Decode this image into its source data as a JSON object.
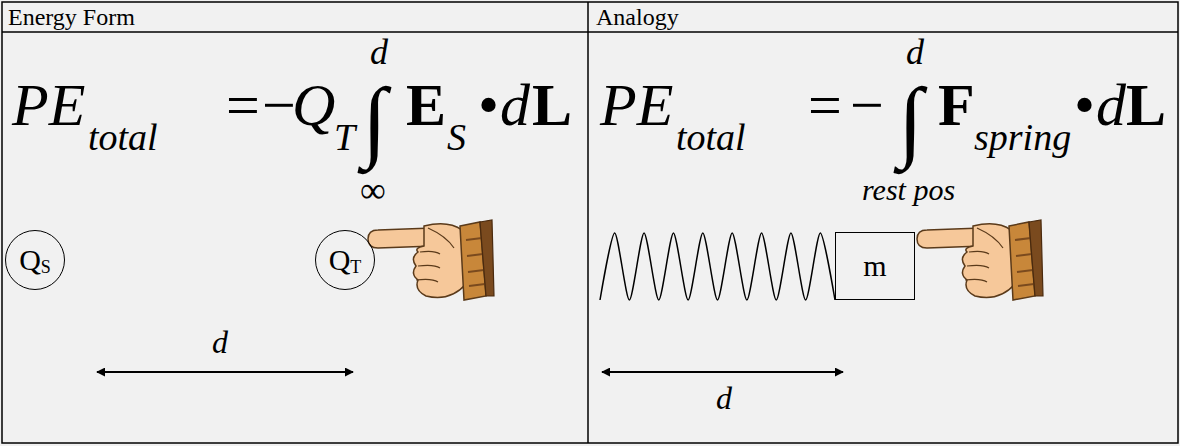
{
  "diagram": {
    "nodes": [
      {
        "text": [
          "Q",
          "S"
        ]
      },
      {
        "text": [
          "Q",
          "T"
        ]
      },
      {
        "text": [
          "m"
        ]
      }
    ],
    "labels": [
      "Energy Form",
      "Analogy",
      "PE",
      "total",
      "=",
      "−",
      "Q",
      "T",
      "∫",
      "d",
      "∞",
      "E",
      "S",
      "•",
      "d",
      "L",
      "PE",
      "total",
      "=",
      "−",
      "∫",
      "d",
      "rest pos",
      "F",
      "spring",
      "•",
      "d",
      "L",
      "d",
      "d"
    ]
  }
}
